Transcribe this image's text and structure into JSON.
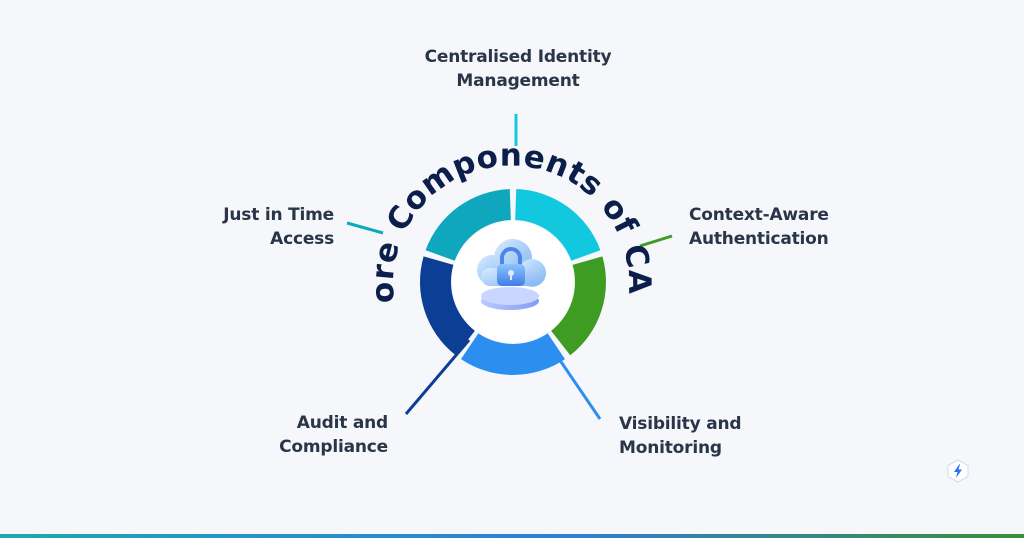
{
  "title": "Core Components of CAM",
  "components": [
    {
      "lines": [
        "Centralised Identity",
        "Management"
      ],
      "color": "#12c8de"
    },
    {
      "lines": [
        "Context-Aware",
        "Authentication"
      ],
      "color": "#3f9c23"
    },
    {
      "lines": [
        "Visibility and",
        "Monitoring"
      ],
      "color": "#2c8fef"
    },
    {
      "lines": [
        "Audit and",
        "Compliance"
      ],
      "color": "#0b3e94"
    },
    {
      "lines": [
        "Just in Time",
        "Access"
      ],
      "color": "#0fa7bd"
    }
  ],
  "center_icon": "cloud-lock-icon",
  "brand_icon": "lightning-bolt-icon"
}
